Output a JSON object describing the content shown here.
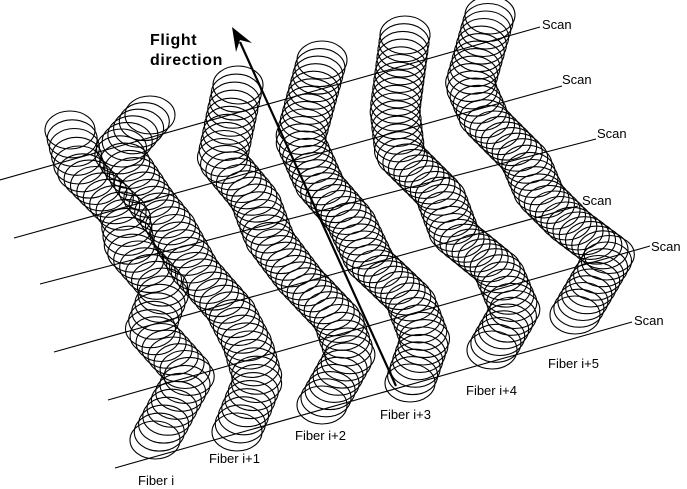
{
  "diagram": {
    "title_line1": "Flight",
    "title_line2": "direction",
    "scan_label": "Scan",
    "fiber_labels": [
      "Fiber i",
      "Fiber i+1",
      "Fiber i+2",
      "Fiber i+3",
      "Fiber i+4",
      "Fiber i+5"
    ],
    "colors": {
      "ink": "#000000",
      "background": "#ffffff"
    }
  }
}
